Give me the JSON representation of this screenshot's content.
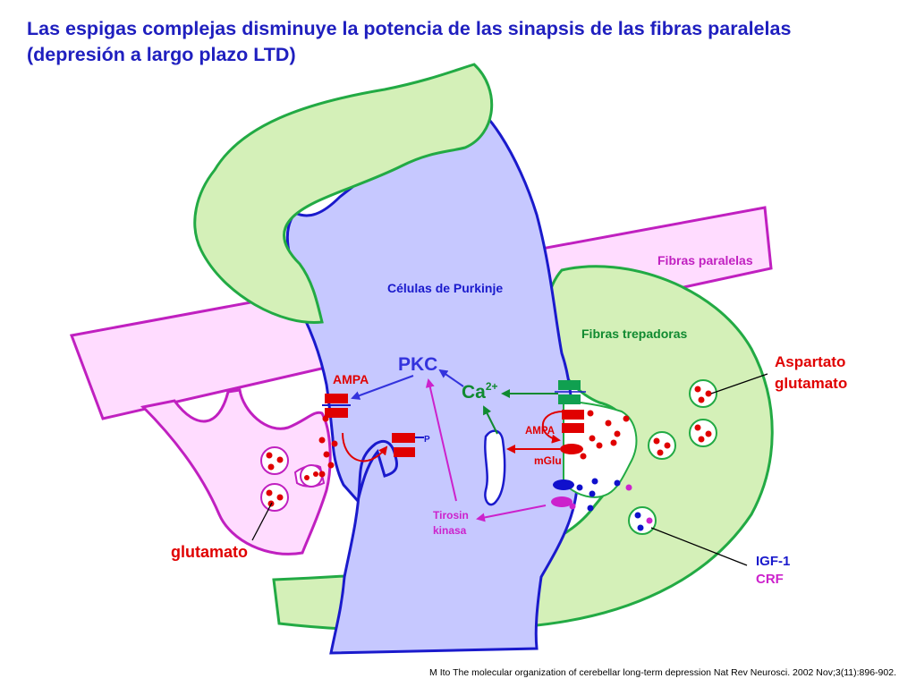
{
  "title": {
    "line1": "Las espigas complejas disminuye la potencia de las sinapsis de las fibras paralelas",
    "line2": "(depresión a largo plazo LTD)"
  },
  "labels": {
    "fibras_paralelas": "Fibras paralelas",
    "celulas_purkinje": "Células de Purkinje",
    "fibras_trepadoras": "Fibras trepadoras",
    "pkc": "PKC",
    "ca": "Ca",
    "ca_superscript": "2+",
    "ampa_left": "AMPA",
    "ampa_right": "AMPA",
    "p": "P",
    "mglu": "mGlu",
    "tirosin": "Tirosin",
    "kinasa": "kinasa",
    "glutamato": "glutamato",
    "aspartato": "Aspartato",
    "aspartato_glutamato": "glutamato",
    "igf1": "IGF-1",
    "crf": "CRF"
  },
  "citation": "M Ito The molecular organization of cerebellar long-term depression  Nat Rev Neurosci. 2002 Nov;3(11):896-902.",
  "colors": {
    "title": "#1f1fbf",
    "parallel_fiber_fill": "#ffdcff",
    "parallel_fiber_stroke": "#c020c0",
    "purkinje_fill": "#c6c8ff",
    "purkinje_stroke": "#1a1acc",
    "climbing_fill": "#d4f0b8",
    "climbing_stroke": "#22aa44",
    "red": "#e00000",
    "green_receptor": "#10a050",
    "blue_arrow": "#3333dd",
    "magenta": "#cc22cc",
    "dark_blue_dot": "#1010cc"
  }
}
